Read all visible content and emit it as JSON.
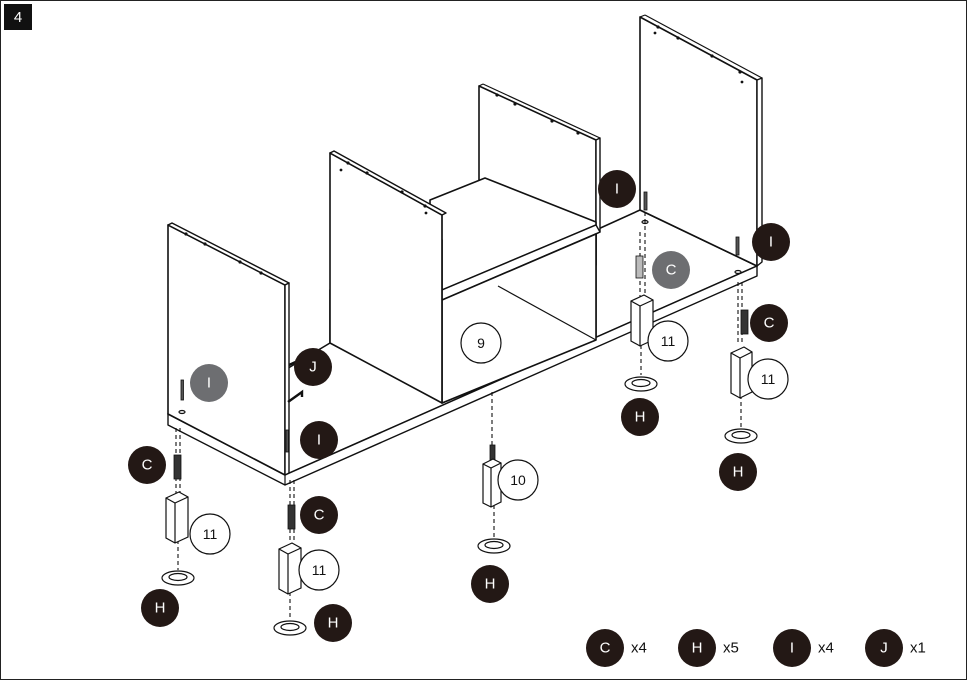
{
  "step_number": "4",
  "part_labels": {
    "C": "C",
    "H": "H",
    "I": "I",
    "J": "J",
    "panel_9": "9",
    "leg_10": "10",
    "leg_11": "11"
  },
  "legend": [
    {
      "letter": "C",
      "count": "x4"
    },
    {
      "letter": "H",
      "count": "x5"
    },
    {
      "letter": "I",
      "count": "x4"
    },
    {
      "letter": "J",
      "count": "x1"
    }
  ],
  "colors": {
    "dark_badge": "#231815",
    "grey_badge": "#6d6e71",
    "line": "#111111"
  }
}
